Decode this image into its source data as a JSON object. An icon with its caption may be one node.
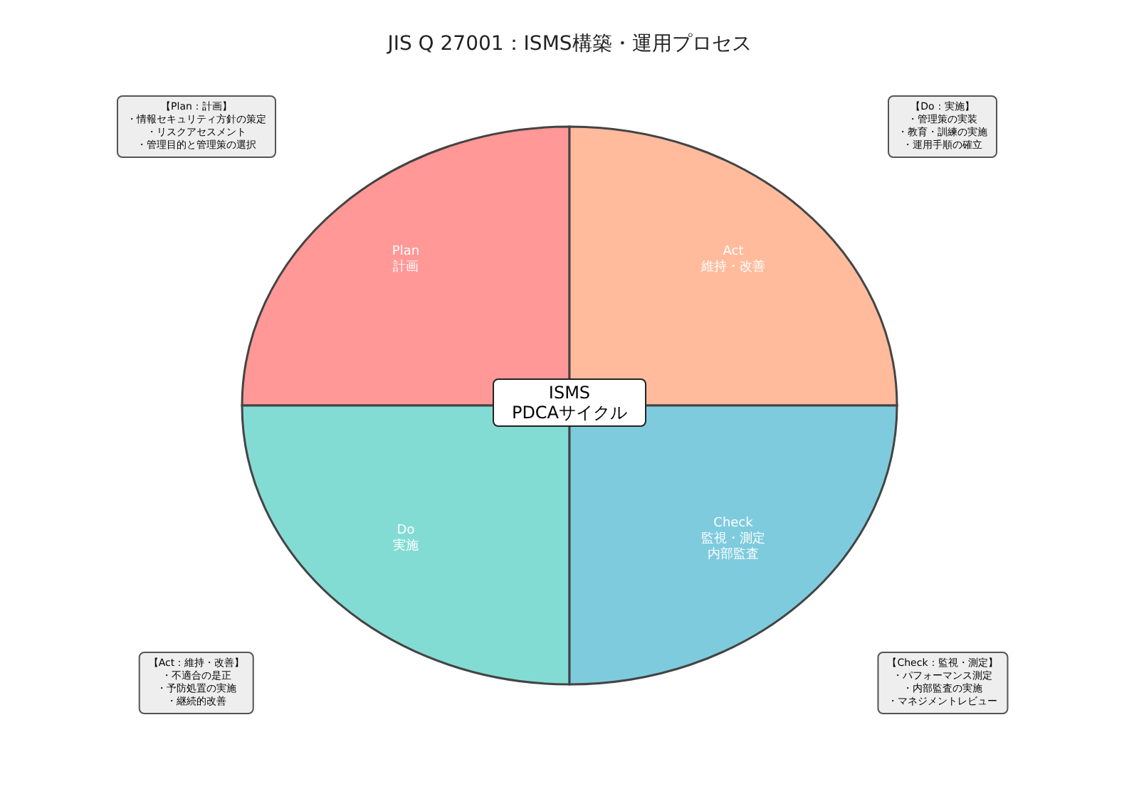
{
  "diagram": {
    "title": "JIS Q 27001：ISMS構築・運用プロセス",
    "nodes": [
      {
        "text": [
          "Plan",
          "計画"
        ]
      },
      {
        "text": [
          "Act",
          "維持・改善"
        ]
      },
      {
        "text": [
          "Do",
          "実施"
        ]
      },
      {
        "text": [
          "Check",
          "監視・測定",
          "内部監査"
        ]
      },
      {
        "text": [
          "ISMS PDCAサイクル"
        ]
      },
      {
        "text": [
          "【Plan：計画】",
          "・情報セキュリティ方針の策定",
          "・リスクアセスメント",
          "・管理目的と管理策の選択"
        ]
      },
      {
        "text": [
          "【Do：実施】",
          "・管理策の実装",
          "・教育・訓練の実施",
          "・運用手順の確立"
        ]
      },
      {
        "text": [
          "【Act：維持・改善】",
          "・不適合の是正",
          "・予防処置の実施",
          "・継続的改善"
        ]
      },
      {
        "text": [
          "【Check：監視・測定】",
          "・パフォーマンス測定",
          "・内部監査の実施",
          "・マネジメントレビュー"
        ]
      }
    ]
  }
}
